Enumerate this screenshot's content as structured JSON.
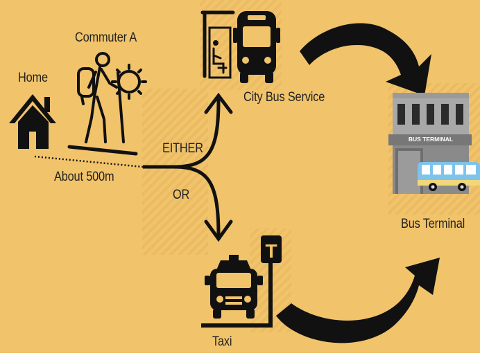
{
  "labels": {
    "commuter": "Commuter A",
    "home": "Home",
    "distance": "About 500m",
    "either": "EITHER",
    "or": "OR",
    "city_bus": "City Bus Service",
    "bus_terminal": "Bus Terminal",
    "taxi": "Taxi",
    "terminal_sign": "BUS TERMINAL",
    "taxi_sign": "T"
  },
  "icons": [
    "home-icon",
    "hiker-icon",
    "bus-stop-icon",
    "bus-icon",
    "bus-terminal-icon",
    "taxi-icon",
    "taxi-sign-icon"
  ],
  "colors": {
    "background": "#f1c36b",
    "ink": "#111111",
    "building": "#8d8d8d",
    "bus_blue": "#7ec3ea"
  }
}
